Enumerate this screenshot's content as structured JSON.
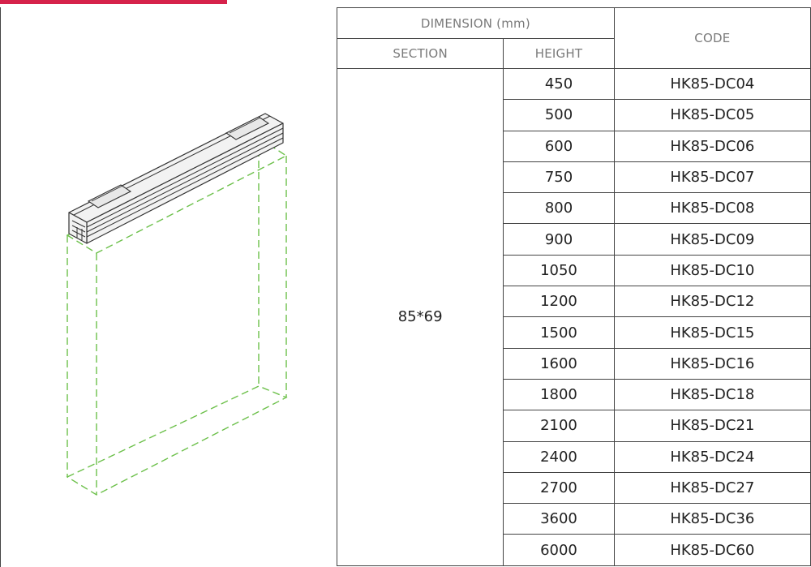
{
  "colors": {
    "accent": "#d6224b",
    "border": "#444444",
    "header_text": "#7a7a7a",
    "outline_green": "#6cc04a"
  },
  "image": {
    "icon": "aluminium-profile-frame-drawing"
  },
  "table": {
    "header": {
      "dimension": "DIMENSION (mm)",
      "section": "SECTION",
      "height": "HEIGHT",
      "code": "CODE"
    },
    "section_value": "85*69",
    "rows": [
      {
        "height": "450",
        "code": "HK85-DC04"
      },
      {
        "height": "500",
        "code": "HK85-DC05"
      },
      {
        "height": "600",
        "code": "HK85-DC06"
      },
      {
        "height": "750",
        "code": "HK85-DC07"
      },
      {
        "height": "800",
        "code": "HK85-DC08"
      },
      {
        "height": "900",
        "code": "HK85-DC09"
      },
      {
        "height": "1050",
        "code": "HK85-DC10"
      },
      {
        "height": "1200",
        "code": "HK85-DC12"
      },
      {
        "height": "1500",
        "code": "HK85-DC15"
      },
      {
        "height": "1600",
        "code": "HK85-DC16"
      },
      {
        "height": "1800",
        "code": "HK85-DC18"
      },
      {
        "height": "2100",
        "code": "HK85-DC21"
      },
      {
        "height": "2400",
        "code": "HK85-DC24"
      },
      {
        "height": "2700",
        "code": "HK85-DC27"
      },
      {
        "height": "3600",
        "code": "HK85-DC36"
      },
      {
        "height": "6000",
        "code": "HK85-DC60"
      }
    ]
  }
}
